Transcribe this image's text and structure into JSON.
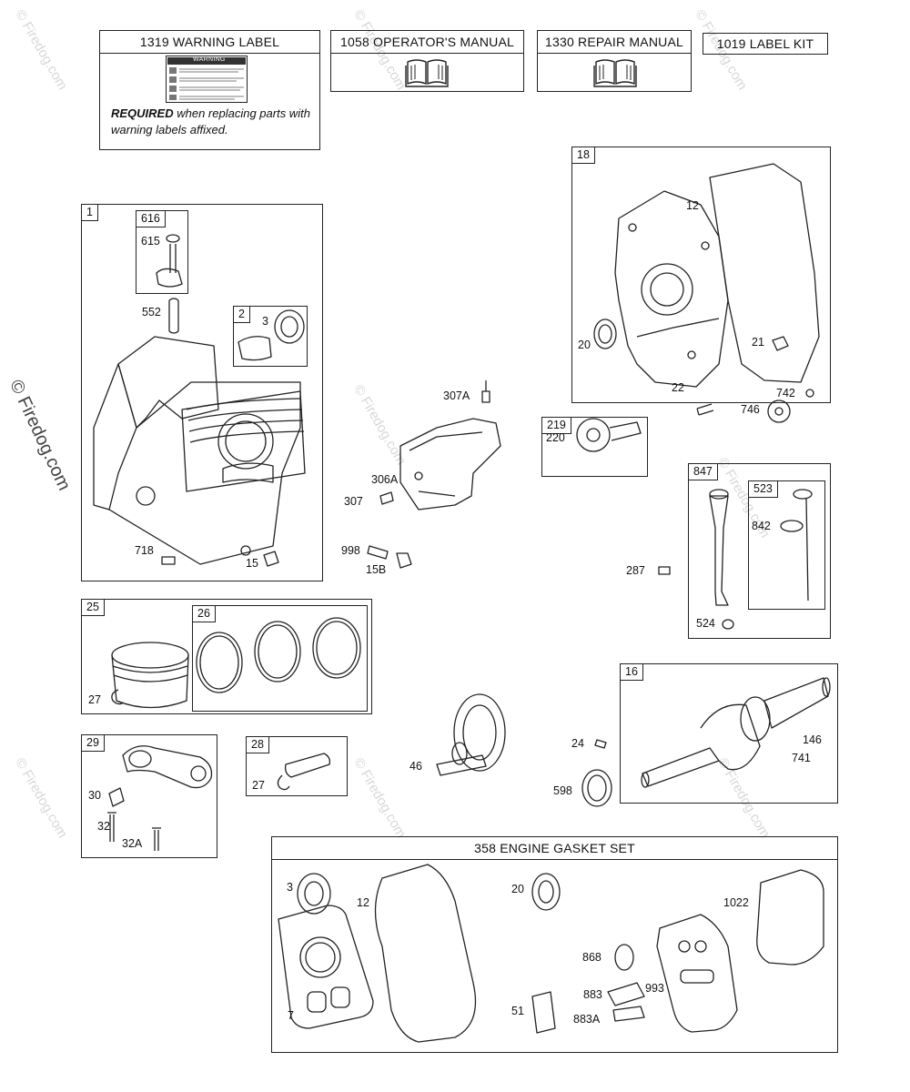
{
  "header_boxes": {
    "warning_label": "1319 WARNING LABEL",
    "operators_manual": "1058 OPERATOR'S MANUAL",
    "repair_manual": "1330 REPAIR MANUAL",
    "label_kit": "1019 LABEL KIT"
  },
  "warning": {
    "sign": "WARNING",
    "required_strong": "REQUIRED",
    "required_rest": " when replacing parts with warning labels affixed."
  },
  "gasket_set_title": "358 ENGINE GASKET SET",
  "watermark": "© Firedog.com",
  "tags": {
    "t1": "1",
    "t616": "616",
    "t2": "2",
    "t18": "18",
    "t219": "219",
    "t847": "847",
    "t523": "523",
    "t25": "25",
    "t26": "26",
    "t29": "29",
    "t28": "28",
    "t16": "16"
  },
  "labels": {
    "l615": "615",
    "l552": "552",
    "l3a": "3",
    "l718": "718",
    "l15": "15",
    "l307A": "307A",
    "l306A": "306A",
    "l307": "307",
    "l998": "998",
    "l15B": "15B",
    "l12a": "12",
    "l20a": "20",
    "l21": "21",
    "l220": "220",
    "l22": "22",
    "l742": "742",
    "l746": "746",
    "l842": "842",
    "l287": "287",
    "l524": "524",
    "l27a": "27",
    "l30": "30",
    "l32": "32",
    "l32A": "32A",
    "l27b": "27",
    "l46": "46",
    "l24": "24",
    "l146": "146",
    "l741": "741",
    "l598": "598",
    "l3b": "3",
    "l12b": "12",
    "l20b": "20",
    "l1022": "1022",
    "l868": "868",
    "l883": "883",
    "l993": "993",
    "l883A": "883A",
    "l51": "51",
    "l7": "7"
  }
}
